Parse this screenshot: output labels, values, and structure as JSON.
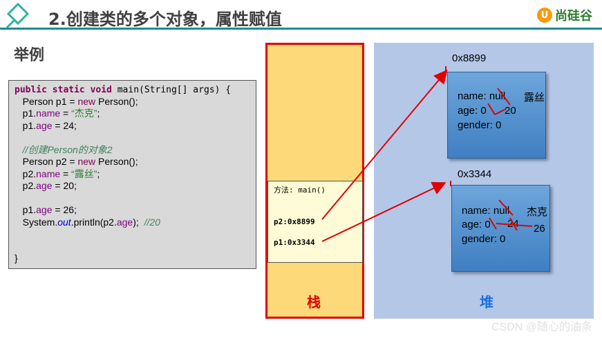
{
  "header": {
    "title": "2.创建类的多个对象，属性赋值",
    "brand": "尚硅谷",
    "brand_letter": "U"
  },
  "section_title": "举例",
  "code": {
    "line1_kw": "public static void",
    "line1_rest": " main(String[] args) {",
    "line2": "   Person p1 = ",
    "line2_new": "new",
    "line2_rest": " Person();",
    "line3_a": "   p1.",
    "line3_field": "name",
    "line3_b": " = ",
    "line3_str": "“杰克”",
    "line3_c": ";",
    "line4_a": "   p1.",
    "line4_field": "age",
    "line4_b": " = 24;",
    "line6_cmt": "   //创建Person的对象2",
    "line7": "   Person p2 = ",
    "line7_new": "new",
    "line7_rest": " Person();",
    "line8_a": "   p2.",
    "line8_field": "name",
    "line8_b": " = ",
    "line8_str": "“露丝”",
    "line8_c": ";",
    "line9_a": "   p2.",
    "line9_field": "age",
    "line9_b": " = 20;",
    "line11_a": "   p1.",
    "line11_field": "age",
    "line11_b": " = 26;",
    "line12_a": "   System.",
    "line12_out": "out",
    "line12_b": ".println(p2.",
    "line12_field": "age",
    "line12_c": ");  ",
    "line12_cmt": "//20",
    "line15": "}"
  },
  "stack": {
    "frame_title": "方法: main()",
    "p2_ref": "p2:0x8899",
    "p1_ref": "p1:0x3344",
    "label": "栈"
  },
  "heap": {
    "label": "堆",
    "obj1": {
      "address": "0x8899",
      "name_row": "name: null",
      "age_row": "age: 0",
      "gender_row": "gender: 0",
      "name_note": "露丝",
      "age_note": "20"
    },
    "obj2": {
      "address": "0x3344",
      "name_row": "name: null",
      "age_row": "age: 0",
      "gender_row": "gender: 0",
      "name_note": "杰克",
      "age_note1": "24",
      "age_note2": "26"
    }
  },
  "watermark": "CSDN @随心的油条",
  "colors": {
    "accent_line": "#1f8a8a",
    "stack_fill": "#fdd97a",
    "stack_border": "#e00000",
    "heap_fill": "#b4c7e7",
    "object_fill": "#4f8fd0",
    "arrow": "#e00000"
  }
}
